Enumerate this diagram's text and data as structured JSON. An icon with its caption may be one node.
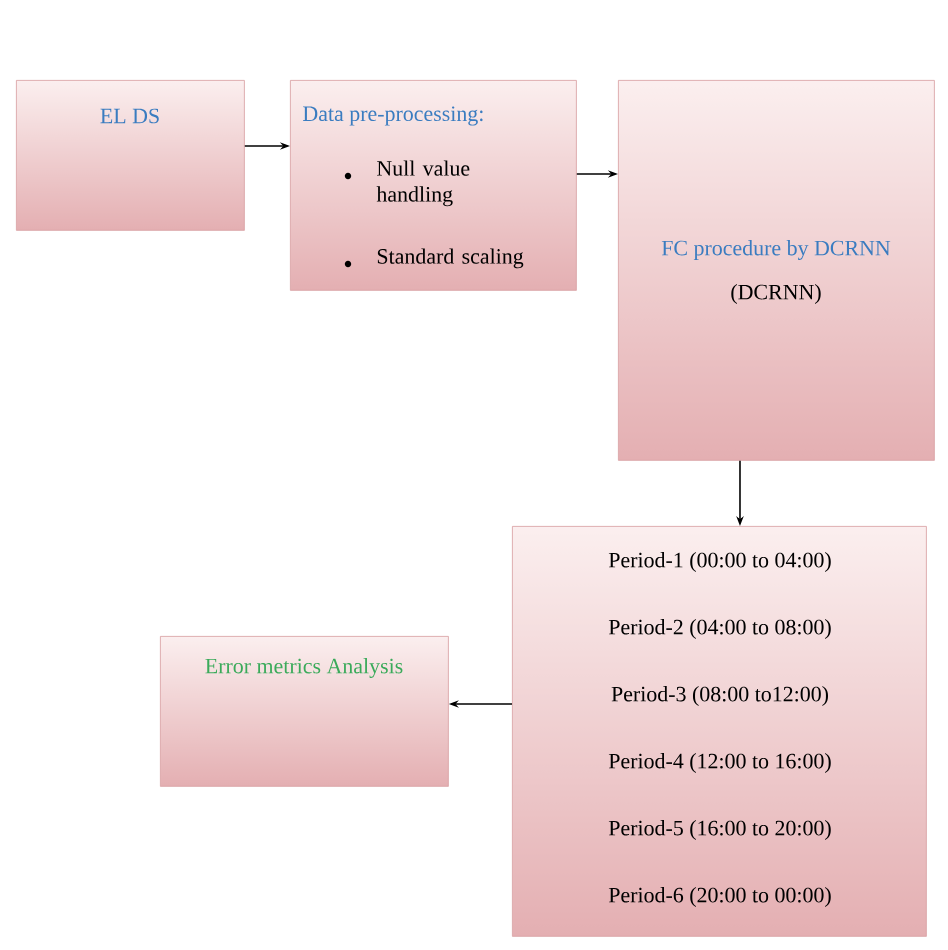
{
  "diagram": {
    "nodes": [
      {
        "text": [
          "EL DS"
        ]
      },
      {
        "text": [
          "Data pre-processing:",
          "Null value handling",
          "Standard scaling"
        ]
      },
      {
        "text": [
          "FC procedure by DCRNN",
          "(DCRNN)"
        ]
      },
      {
        "text": [
          "Period-1 (00:00 to 04:00)",
          "Period-2 (04:00 to 08:00)",
          "Period-3 (08:00 to12:00)",
          "Period-4 (12:00 to 16:00)",
          "Period-5 (16:00 to 20:00)",
          "Period-6 (20:00 to 00:00)"
        ]
      },
      {
        "text": [
          "Error metrics Analysis"
        ]
      }
    ],
    "edges": [
      {
        "from": 0,
        "to": 1,
        "arrow": "to"
      },
      {
        "from": 1,
        "to": 2,
        "arrow": "to"
      },
      {
        "from": 2,
        "to": 3,
        "arrow": "to"
      },
      {
        "from": 3,
        "to": 4,
        "arrow": "to"
      }
    ]
  }
}
